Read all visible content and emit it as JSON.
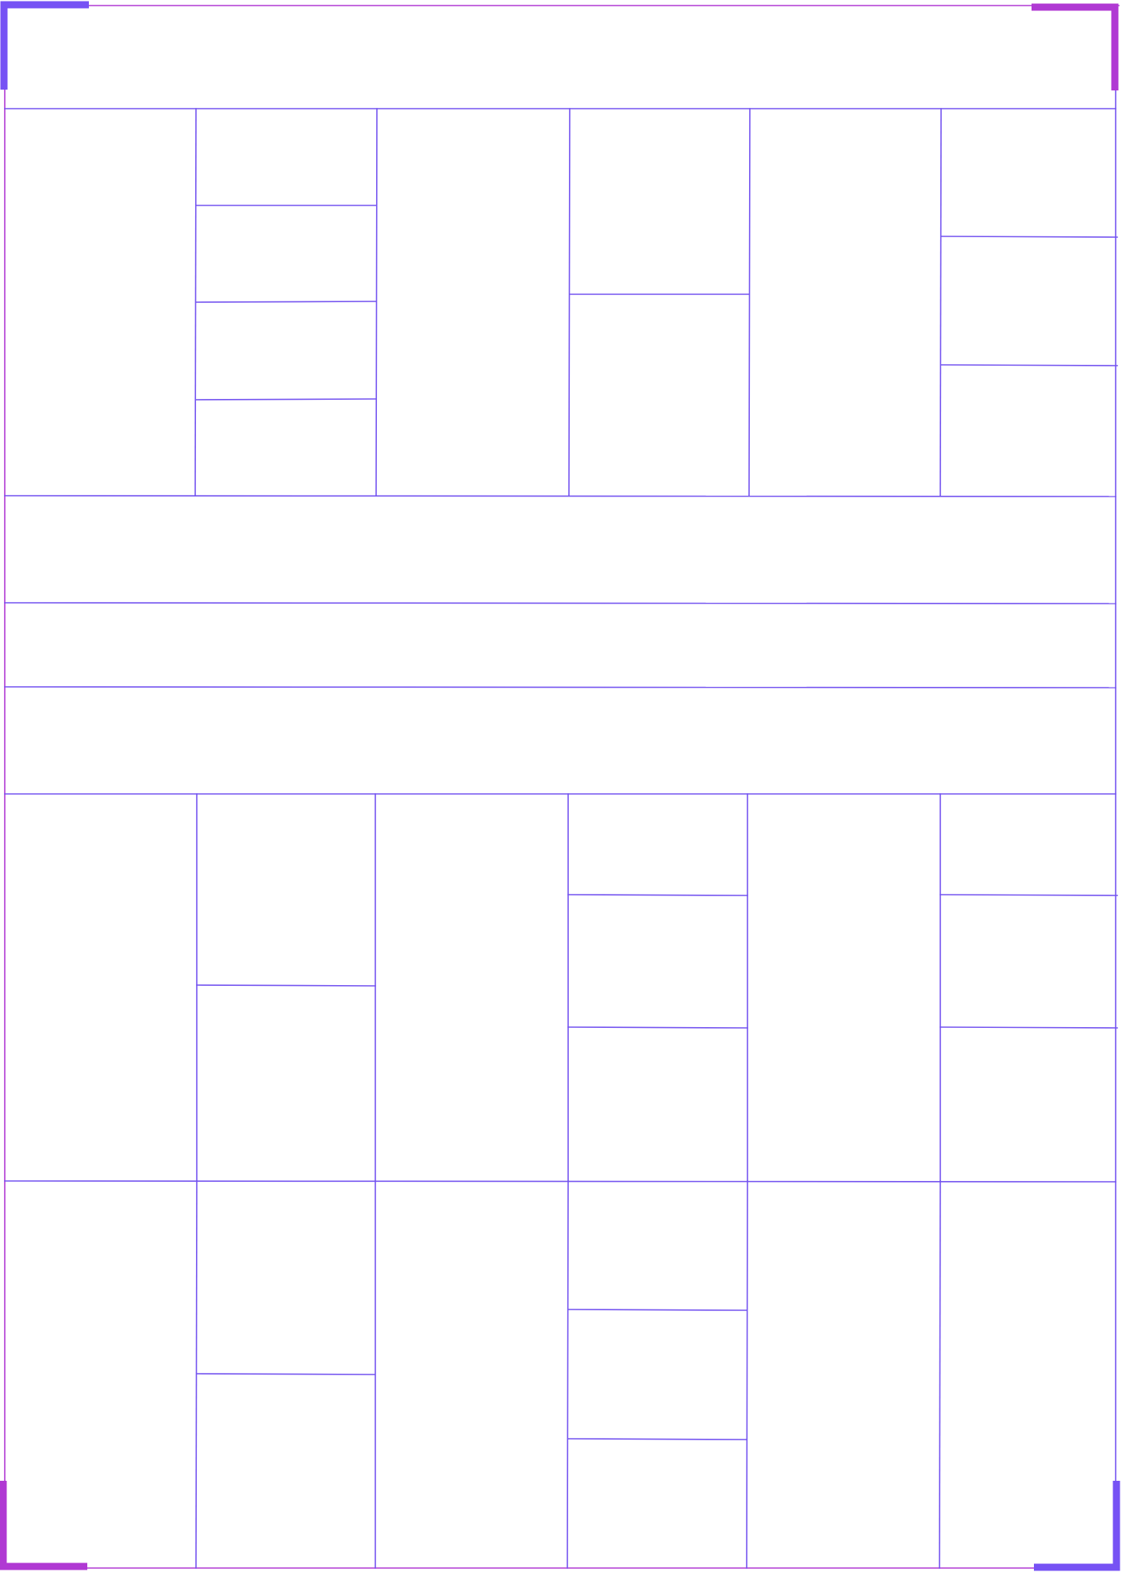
{
  "colors": {
    "line": "#7454f0",
    "accent_magenta": "#b039d3",
    "accent_violet": "#7652f4",
    "background": "#ffffff"
  },
  "layout_summary": {
    "header_band": "empty",
    "upper_columns": 6,
    "full_width_rows": 3,
    "lower_rows": 2,
    "lower_columns": 6
  }
}
